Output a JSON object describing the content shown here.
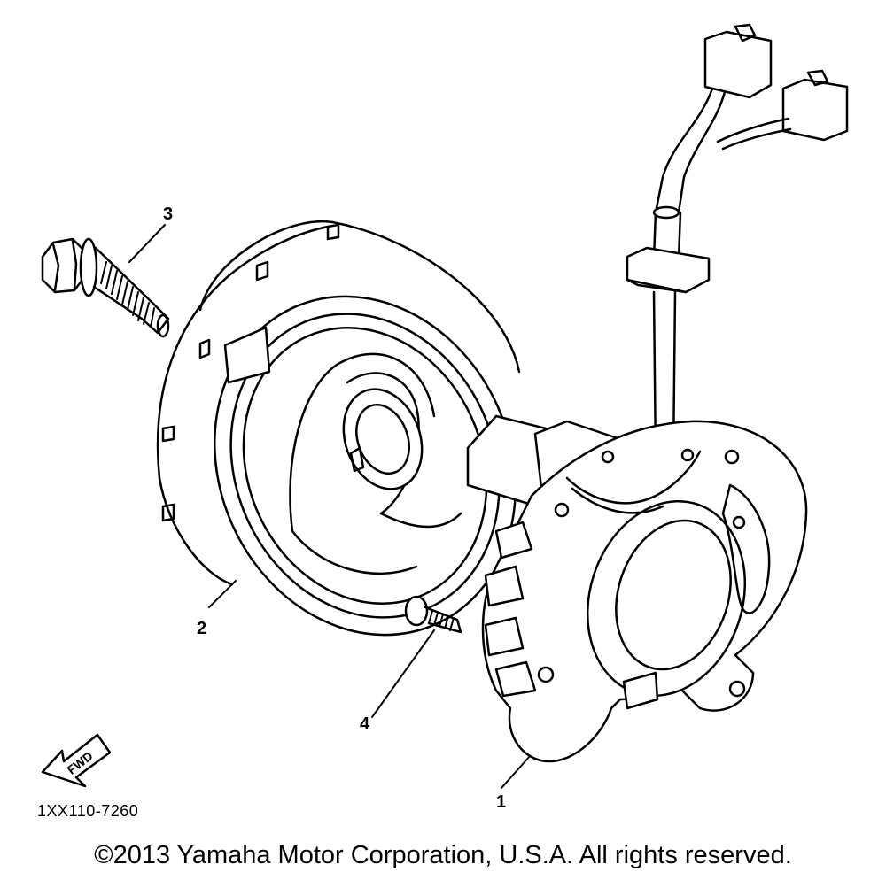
{
  "diagram": {
    "callouts": [
      {
        "id": "1",
        "label": "1"
      },
      {
        "id": "2",
        "label": "2"
      },
      {
        "id": "3",
        "label": "3"
      },
      {
        "id": "4",
        "label": "4"
      }
    ],
    "fwd_label": "FWD",
    "part_code": "1XX110-7260",
    "copyright": "©2013 Yamaha Motor Corporation, U.S.A. All rights reserved."
  }
}
